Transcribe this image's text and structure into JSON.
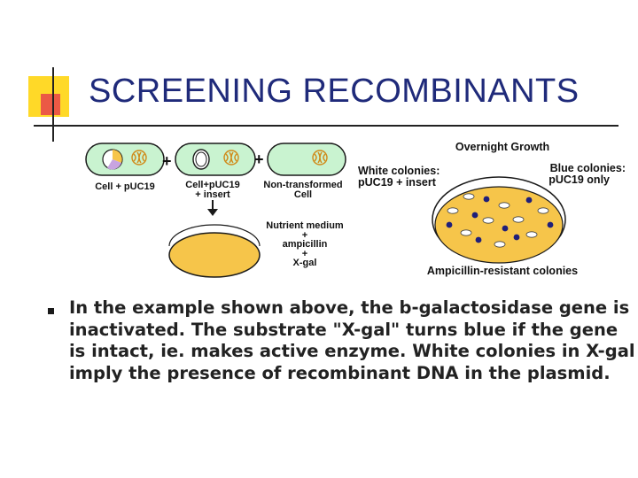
{
  "title": "SCREENING RECOMBINANTS",
  "colors": {
    "accent_yellow": "#ffd928",
    "accent_red": "#e8424a",
    "title_blue": "#1f2a7a",
    "dish_fill": "#f6c54a",
    "cell_fill": "#c9f3d0"
  },
  "diagram": {
    "plus_sign": "+",
    "cell1_label": "Cell + pUC19",
    "cell2_label_line1": "Cell+pUC19",
    "cell2_label_line2": "+ insert",
    "cell3_label_line1": "Non-transformed",
    "cell3_label_line2": "Cell",
    "nutrient_line1": "Nutrient medium",
    "nutrient_line2": "+",
    "nutrient_line3": "ampicillin",
    "nutrient_line4": "+",
    "nutrient_line5": "X-gal",
    "overnight_label": "Overnight Growth",
    "white_colonies_line1": "White colonies:",
    "white_colonies_line2": "pUC19 + insert",
    "blue_colonies_line1": "Blue colonies:",
    "blue_colonies_line2": "pUC19 only",
    "resistant_label": "Ampicillin-resistant colonies"
  },
  "bullet_text": "In the example shown above, the b-galactosidase gene is inactivated. The substrate \"X-gal\" turns blue if the gene is intact, ie. makes active enzyme. White colonies in X-gal imply the presence of recombinant DNA in the plasmid."
}
